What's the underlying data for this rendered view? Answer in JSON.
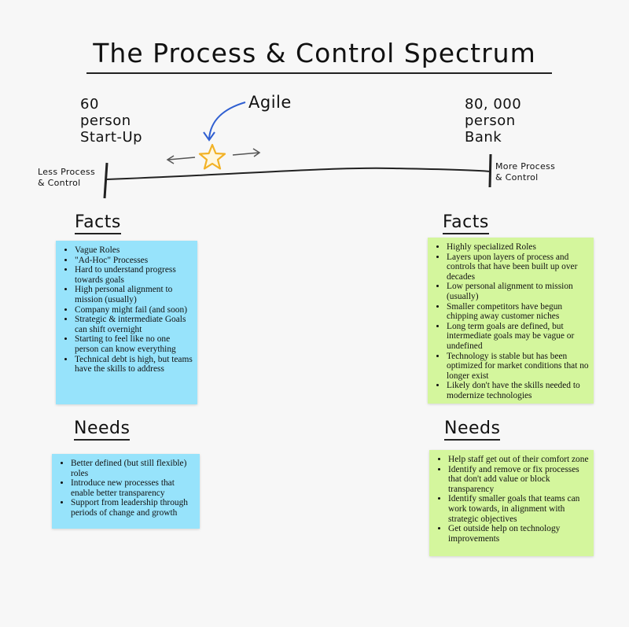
{
  "title": "The Process & Control Spectrum",
  "left_org": [
    "60",
    "person",
    "Start-Up"
  ],
  "right_org": [
    "80, 000",
    "person",
    "Bank"
  ],
  "agile_label": "Agile",
  "axis": {
    "left_label": [
      "Less Process",
      "& Control"
    ],
    "right_label": [
      "More Process",
      "& Control"
    ]
  },
  "colors": {
    "left_notes": "#97e3fb",
    "right_notes": "#d4f69d",
    "star": "#f2b227",
    "arrow": "#2f5fd1"
  },
  "icons": {
    "marker": "star-icon"
  },
  "left": {
    "facts_heading": "Facts",
    "facts": [
      "Vague Roles",
      "\"Ad-Hoc\" Processes",
      "Hard to understand progress towards goals",
      "High personal alignment to mission (usually)",
      "Company might fail (and soon)",
      "Strategic & intermediate Goals can shift overnight",
      "Starting to feel like no one person can know everything",
      "Technical debt is high, but teams have the skills to address"
    ],
    "needs_heading": "Needs",
    "needs": [
      "Better defined (but still flexible) roles",
      "Introduce new processes that enable better transparency",
      "Support from leadership through periods of change and growth"
    ]
  },
  "right": {
    "facts_heading": "Facts",
    "facts": [
      "Highly specialized Roles",
      "Layers upon layers of process and controls that have been built up over decades",
      "Low personal alignment to mission (usually)",
      "Smaller competitors have begun chipping away customer niches",
      "Long term goals are defined, but intermediate goals may be vague or undefined",
      "Technology is stable but has been optimized for market conditions that no longer exist",
      "Likely don't have the skills needed to modernize technologies"
    ],
    "needs_heading": "Needs",
    "needs": [
      "Help staff get out of their comfort zone",
      "Identify and remove or fix processes that don't add value or block transparency",
      "Identify smaller goals that teams can work towards, in alignment with strategic objectives",
      "Get outside help on technology improvements"
    ]
  }
}
